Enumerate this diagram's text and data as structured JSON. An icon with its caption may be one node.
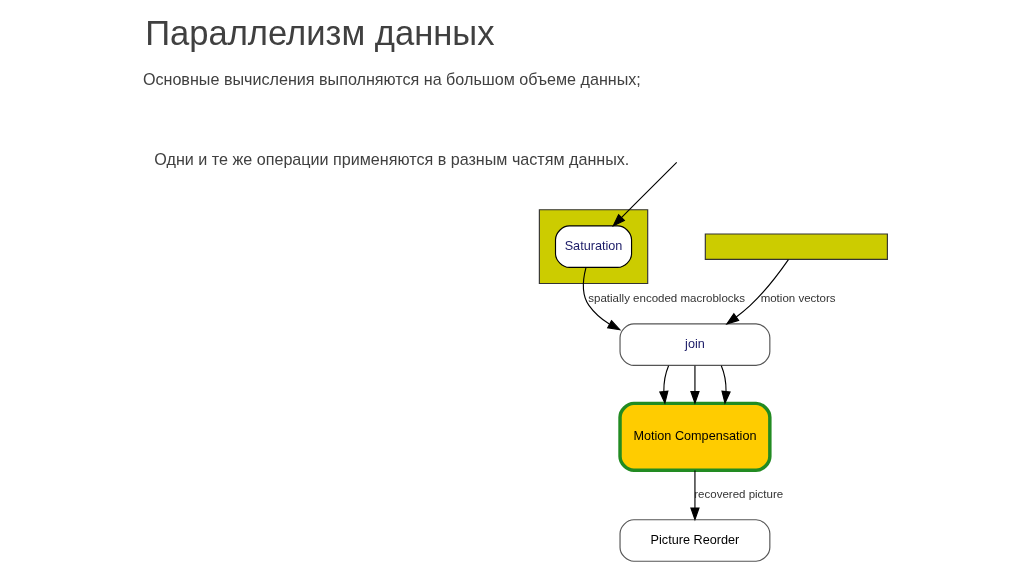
{
  "diagram": {
    "title": "Параллелизм данных",
    "nodes": [
      {
        "text": [],
        "shape": "box"
      },
      {
        "text": [
          "Saturation"
        ],
        "in": 0
      },
      {
        "text": [],
        "shape": "box"
      },
      {
        "text": [
          "join"
        ]
      },
      {
        "text": [
          "Motion Compensation"
        ]
      },
      {
        "text": [
          "Picture Reorder"
        ]
      }
    ],
    "edges": [
      {
        "from": null,
        "to": 1,
        "arrow": "to"
      },
      {
        "from": 1,
        "to": 3,
        "arrow": "to",
        "label": "spatially encoded macroblocks"
      },
      {
        "from": 2,
        "to": 3,
        "arrow": "to",
        "label": "motion vectors"
      },
      {
        "from": 3,
        "to": 4,
        "arrow": "to"
      },
      {
        "from": 3,
        "to": 4,
        "arrow": "to"
      },
      {
        "from": 3,
        "to": 4,
        "arrow": "to"
      },
      {
        "from": 4,
        "to": 5,
        "arrow": "to",
        "label": "recovered picture"
      }
    ],
    "labels": [
      "Основные вычисления выполняются на большом объеме данных;",
      "Одни и те же операции применяются в разным частям данных."
    ]
  }
}
